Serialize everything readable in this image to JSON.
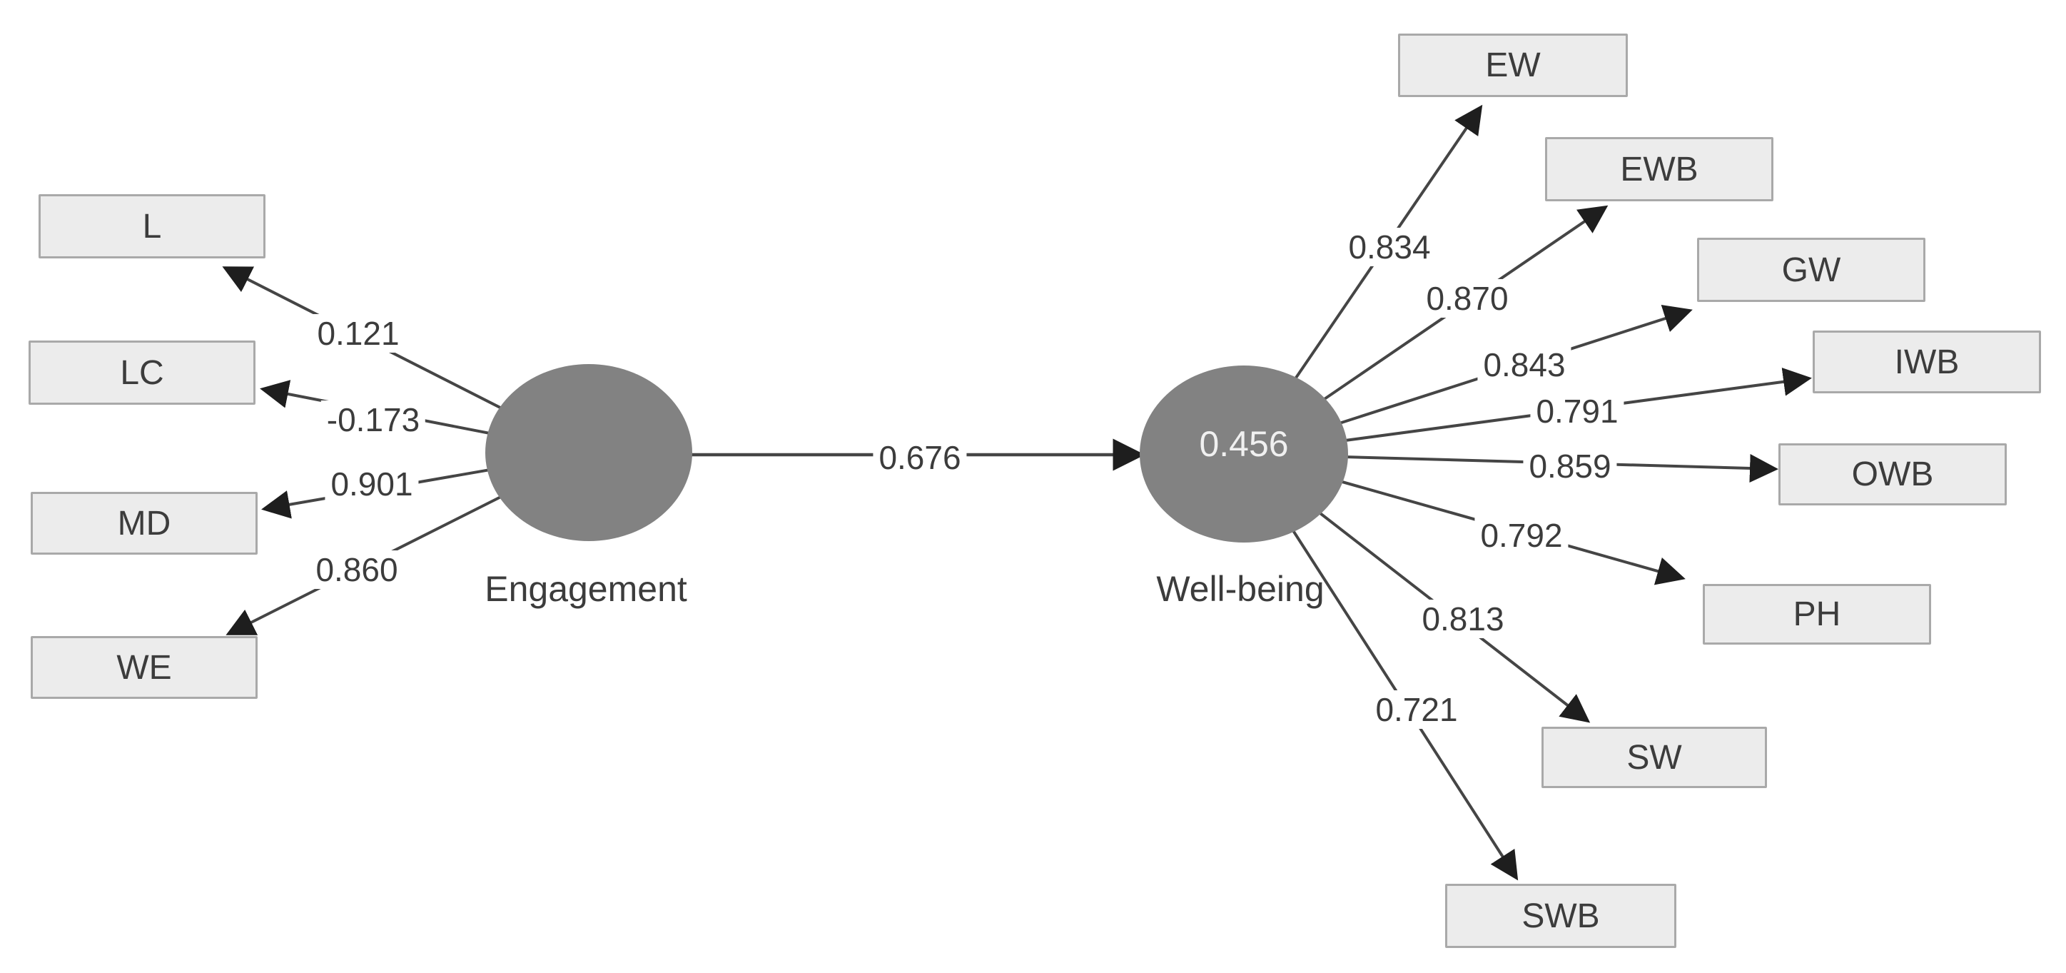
{
  "diagram": {
    "type": "structural-equation-model",
    "colors": {
      "background": "#ffffff",
      "latent_fill": "#828282",
      "indicator_fill": "#ececec",
      "indicator_border": "#a9a9a9",
      "line": "#454545",
      "arrow": "#1e1e1e",
      "text": "#3c3c3c",
      "r_squared_text": "#f0f0f0"
    },
    "latent_variables": [
      {
        "label": "Engagement",
        "r_squared": ""
      },
      {
        "label": "Well-being",
        "r_squared": "0.456"
      }
    ],
    "structural_path": {
      "from": "Engagement",
      "to": "Well-being",
      "coefficient": "0.676"
    },
    "engagement_indicators": [
      {
        "label": "L",
        "loading": "0.121"
      },
      {
        "label": "LC",
        "loading": "-0.173"
      },
      {
        "label": "MD",
        "loading": "0.901"
      },
      {
        "label": "WE",
        "loading": "0.860"
      }
    ],
    "wellbeing_indicators": [
      {
        "label": "EW",
        "loading": "0.834"
      },
      {
        "label": "EWB",
        "loading": "0.870"
      },
      {
        "label": "GW",
        "loading": "0.843"
      },
      {
        "label": "IWB",
        "loading": "0.791"
      },
      {
        "label": "OWB",
        "loading": "0.859"
      },
      {
        "label": "PH",
        "loading": "0.792"
      },
      {
        "label": "SW",
        "loading": "0.813"
      },
      {
        "label": "SWB",
        "loading": "0.721"
      }
    ]
  }
}
